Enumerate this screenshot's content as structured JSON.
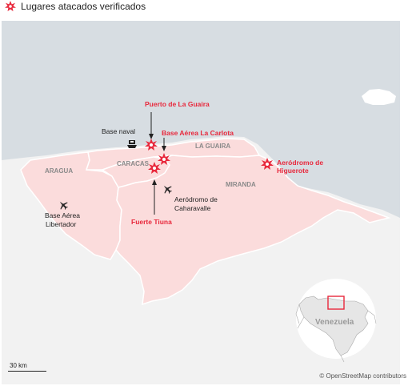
{
  "legend": {
    "text": "Lugares atacados verificados",
    "icon": "explosion-icon",
    "color": "#e8283c"
  },
  "colors": {
    "sea": "#d7dde2",
    "land": "#f2f2f2",
    "region": "#fbdcdc",
    "border": "#ffffff",
    "attack": "#e8283c",
    "text": "#222222",
    "state_label": "#8a8a8a"
  },
  "states": {
    "aragua": "ARAGUA",
    "caracas": "CARACAS",
    "la_guaira": "LA GUAIRA",
    "miranda": "MIRANDA"
  },
  "attacked": {
    "puerto": "Puerto de La Guaira",
    "carlota": "Base Aérea La Carlota",
    "higuerote_1": "Aeródromo de",
    "higuerote_2": "Higuerote",
    "tiuna": "Fuerte Tiuna"
  },
  "places": {
    "base_naval": "Base naval",
    "charallave_1": "Aeródromo de",
    "charallave_2": "Caharavalle",
    "libertador_1": "Base Aérea",
    "libertador_2": "Libertador"
  },
  "inset": {
    "country": "Venezuela"
  },
  "scale": {
    "label": "30 km"
  },
  "credit": "© OpenStreetMap contributors"
}
